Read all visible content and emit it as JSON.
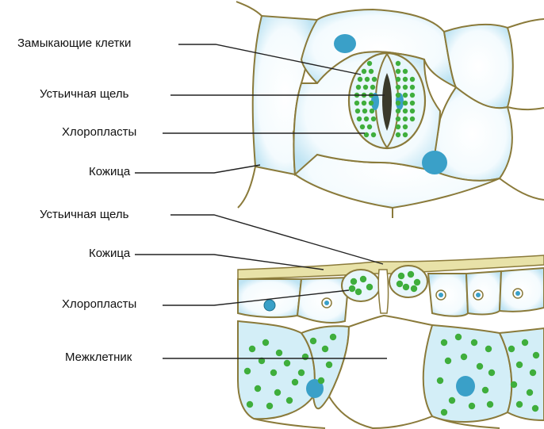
{
  "labels": {
    "guard_cells": "Замыкающие клетки",
    "stomatal_slit_top": "Устьичная щель",
    "chloroplasts_top": "Хлоропласты",
    "epidermis_top": "Кожица",
    "stomatal_slit_bottom": "Устьичная щель",
    "epidermis_bottom": "Кожица",
    "chloroplasts_bottom": "Хлоропласты",
    "intercellular_space": "Межклетник"
  },
  "colors": {
    "cell_wall": "#8a7a3a",
    "cytoplasm": "#c9eaf5",
    "nucleus": "#3aa0c8",
    "chloroplast": "#3fae3c",
    "leader_line": "#222222"
  }
}
